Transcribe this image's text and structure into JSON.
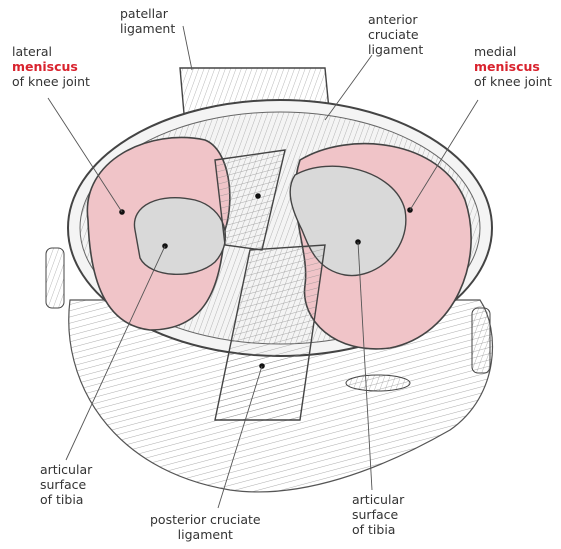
{
  "labels": {
    "patellar": [
      "patellar",
      "ligament"
    ],
    "anterior": [
      "anterior",
      "cruciate",
      "ligament"
    ],
    "lateral": {
      "line1": "lateral",
      "highlight": "meniscus",
      "line3": "of knee joint"
    },
    "medial": {
      "line1": "medial",
      "highlight": "meniscus",
      "line3": "of knee joint"
    },
    "articular_left": [
      "articular",
      "surface",
      "of tibia"
    ],
    "posterior": [
      "posterior cruciate",
      "ligament"
    ],
    "articular_right": [
      "articular",
      "surface",
      "of tibia"
    ]
  },
  "colors": {
    "meniscus": "#f0c4c8",
    "articular_surface": "#d9d9d9",
    "outline": "#444444",
    "highlight_text": "#d9232e",
    "leader_line": "#555555"
  }
}
